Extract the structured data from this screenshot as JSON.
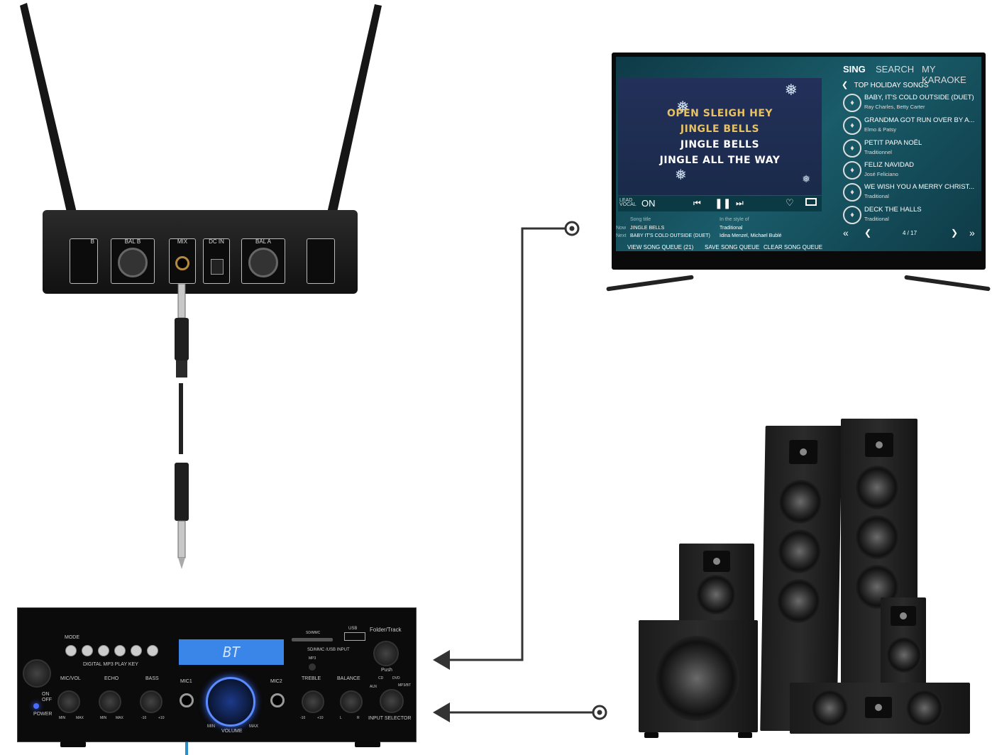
{
  "receiver": {
    "panels": [
      "B",
      "BAL B",
      "MIX",
      "DC IN",
      "BAL A",
      ""
    ]
  },
  "tv": {
    "nav": [
      "SING",
      "SEARCH",
      "MY KARAOKE"
    ],
    "list_title": "TOP HOLIDAY SONGS",
    "lyrics": [
      "OPEN SLEIGH HEY",
      "JINGLE BELLS",
      "JINGLE BELLS",
      "JINGLE ALL THE WAY"
    ],
    "songs": [
      {
        "title": "BABY, IT'S COLD OUTSIDE (DUET)",
        "artist": "Ray Charles, Betty Carter"
      },
      {
        "title": "GRANDMA GOT RUN OVER BY A...",
        "artist": "Elmo & Patsy"
      },
      {
        "title": "PETIT PAPA NOËL",
        "artist": "Traditionnel"
      },
      {
        "title": "FELIZ NAVIDAD",
        "artist": "José Feliciano"
      },
      {
        "title": "WE WISH YOU A MERRY CHRIST...",
        "artist": "Traditional"
      },
      {
        "title": "DECK THE HALLS",
        "artist": "Traditional"
      }
    ],
    "lead_vocal_label": "LEAD VOCAL",
    "lead_vocal_value": "ON",
    "col_song_title": "Song title",
    "col_style": "In the style of",
    "now_label": "Now",
    "now_song": "JINGLE BELLS",
    "now_style": "Traditional",
    "next_label": "Next",
    "next_song": "BABY IT'S COLD OUTSIDE (DUET)",
    "next_style": "Idina Menzel, Michael Bublé",
    "page": "4 / 17",
    "buttons": [
      "VIEW SONG QUEUE (21)",
      "SAVE SONG QUEUE",
      "CLEAR SONG QUEUE"
    ]
  },
  "amp": {
    "display": "BT",
    "mode": "MODE",
    "play_key": "DIGITAL MP3 PLAY KEY",
    "sd_input": "SD/MMC /USB INPUT",
    "sd_label": "SD/MMC",
    "usb": "USB",
    "mp3": "MP3",
    "folder_track": "Folder/Track",
    "push": "Push",
    "knobs": [
      "MIC/VOL",
      "ECHO",
      "BASS",
      "TREBLE",
      "BALANCE"
    ],
    "mic1": "MIC1",
    "mic2": "MIC2",
    "volume": "VOLUME",
    "min": "MIN",
    "max": "MAX",
    "input_selector": "INPUT SELECTOR",
    "power": "POWER",
    "on": "ON",
    "off": "OFF",
    "cd": "CD",
    "dvd": "DVD",
    "aux": "AUX",
    "mp3_bt": "MP3/BT",
    "minus10": "-10",
    "plus10": "+10",
    "l": "L",
    "r": "R"
  },
  "colors": {
    "connector": "#333333",
    "mic_arrow": "#2a8fc8",
    "lcd": "#3a86e8",
    "tv_highlight": "#e6c266"
  }
}
